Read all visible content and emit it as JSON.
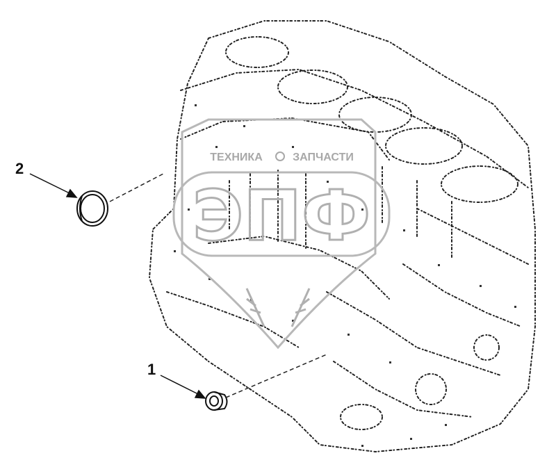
{
  "diagram": {
    "callouts": [
      {
        "label": "1",
        "part": "plug"
      },
      {
        "label": "2",
        "part": "sealing-ring"
      }
    ],
    "watermark": {
      "top_text": "ТЕХНИКА",
      "top_text_right": "ЗАПЧАСТИ",
      "brand": "ЭПФ"
    },
    "colors": {
      "line": "#111111",
      "watermark": "#b8b8b8"
    }
  }
}
